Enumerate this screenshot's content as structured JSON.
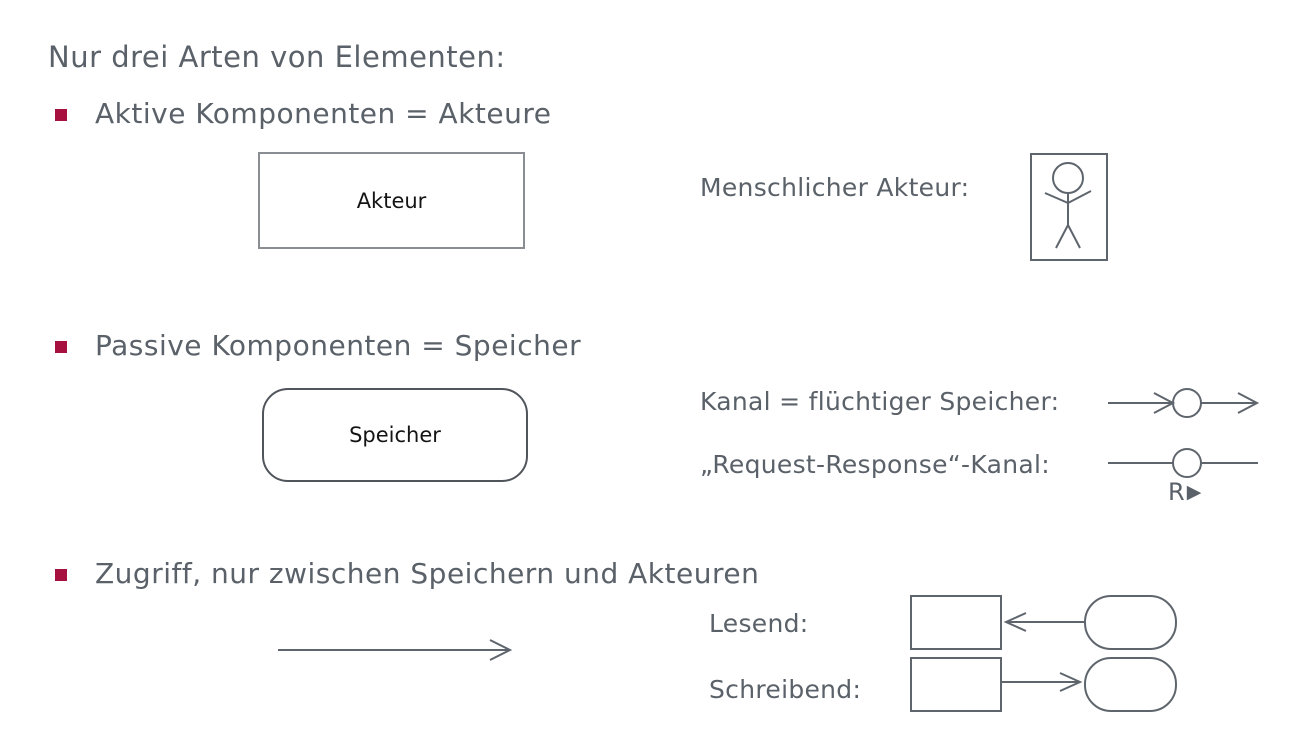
{
  "slide": {
    "title": "Nur drei Arten von Elementen:",
    "colors": {
      "text": "#5a6169",
      "bullet_accent": "#a61140",
      "diagram_stroke": "#5f656d"
    },
    "bullets": [
      {
        "label": "Aktive Komponenten = Akteure"
      },
      {
        "label": "Passive Komponenten = Speicher"
      },
      {
        "label": "Zugriff, nur zwischen Speichern und Akteuren"
      }
    ],
    "actor_box_label": "Akteur",
    "store_box_label": "Speicher",
    "human_actor_label": "Menschlicher Akteur:",
    "channel_label": "Kanal = flüchtiger Speicher:",
    "rr_channel_label": "„Request-Response“-Kanal:",
    "rr_marker": "R",
    "rr_marker_arrow": "▶",
    "read_label": "Lesend:",
    "write_label": "Schreibend:",
    "icons": {
      "human_actor": "stick-figure",
      "channel": "arrow-circle-arrow",
      "rr_channel": "line-circle-line",
      "access": "right-arrow",
      "read": "left-arrow",
      "write": "right-arrow"
    }
  }
}
